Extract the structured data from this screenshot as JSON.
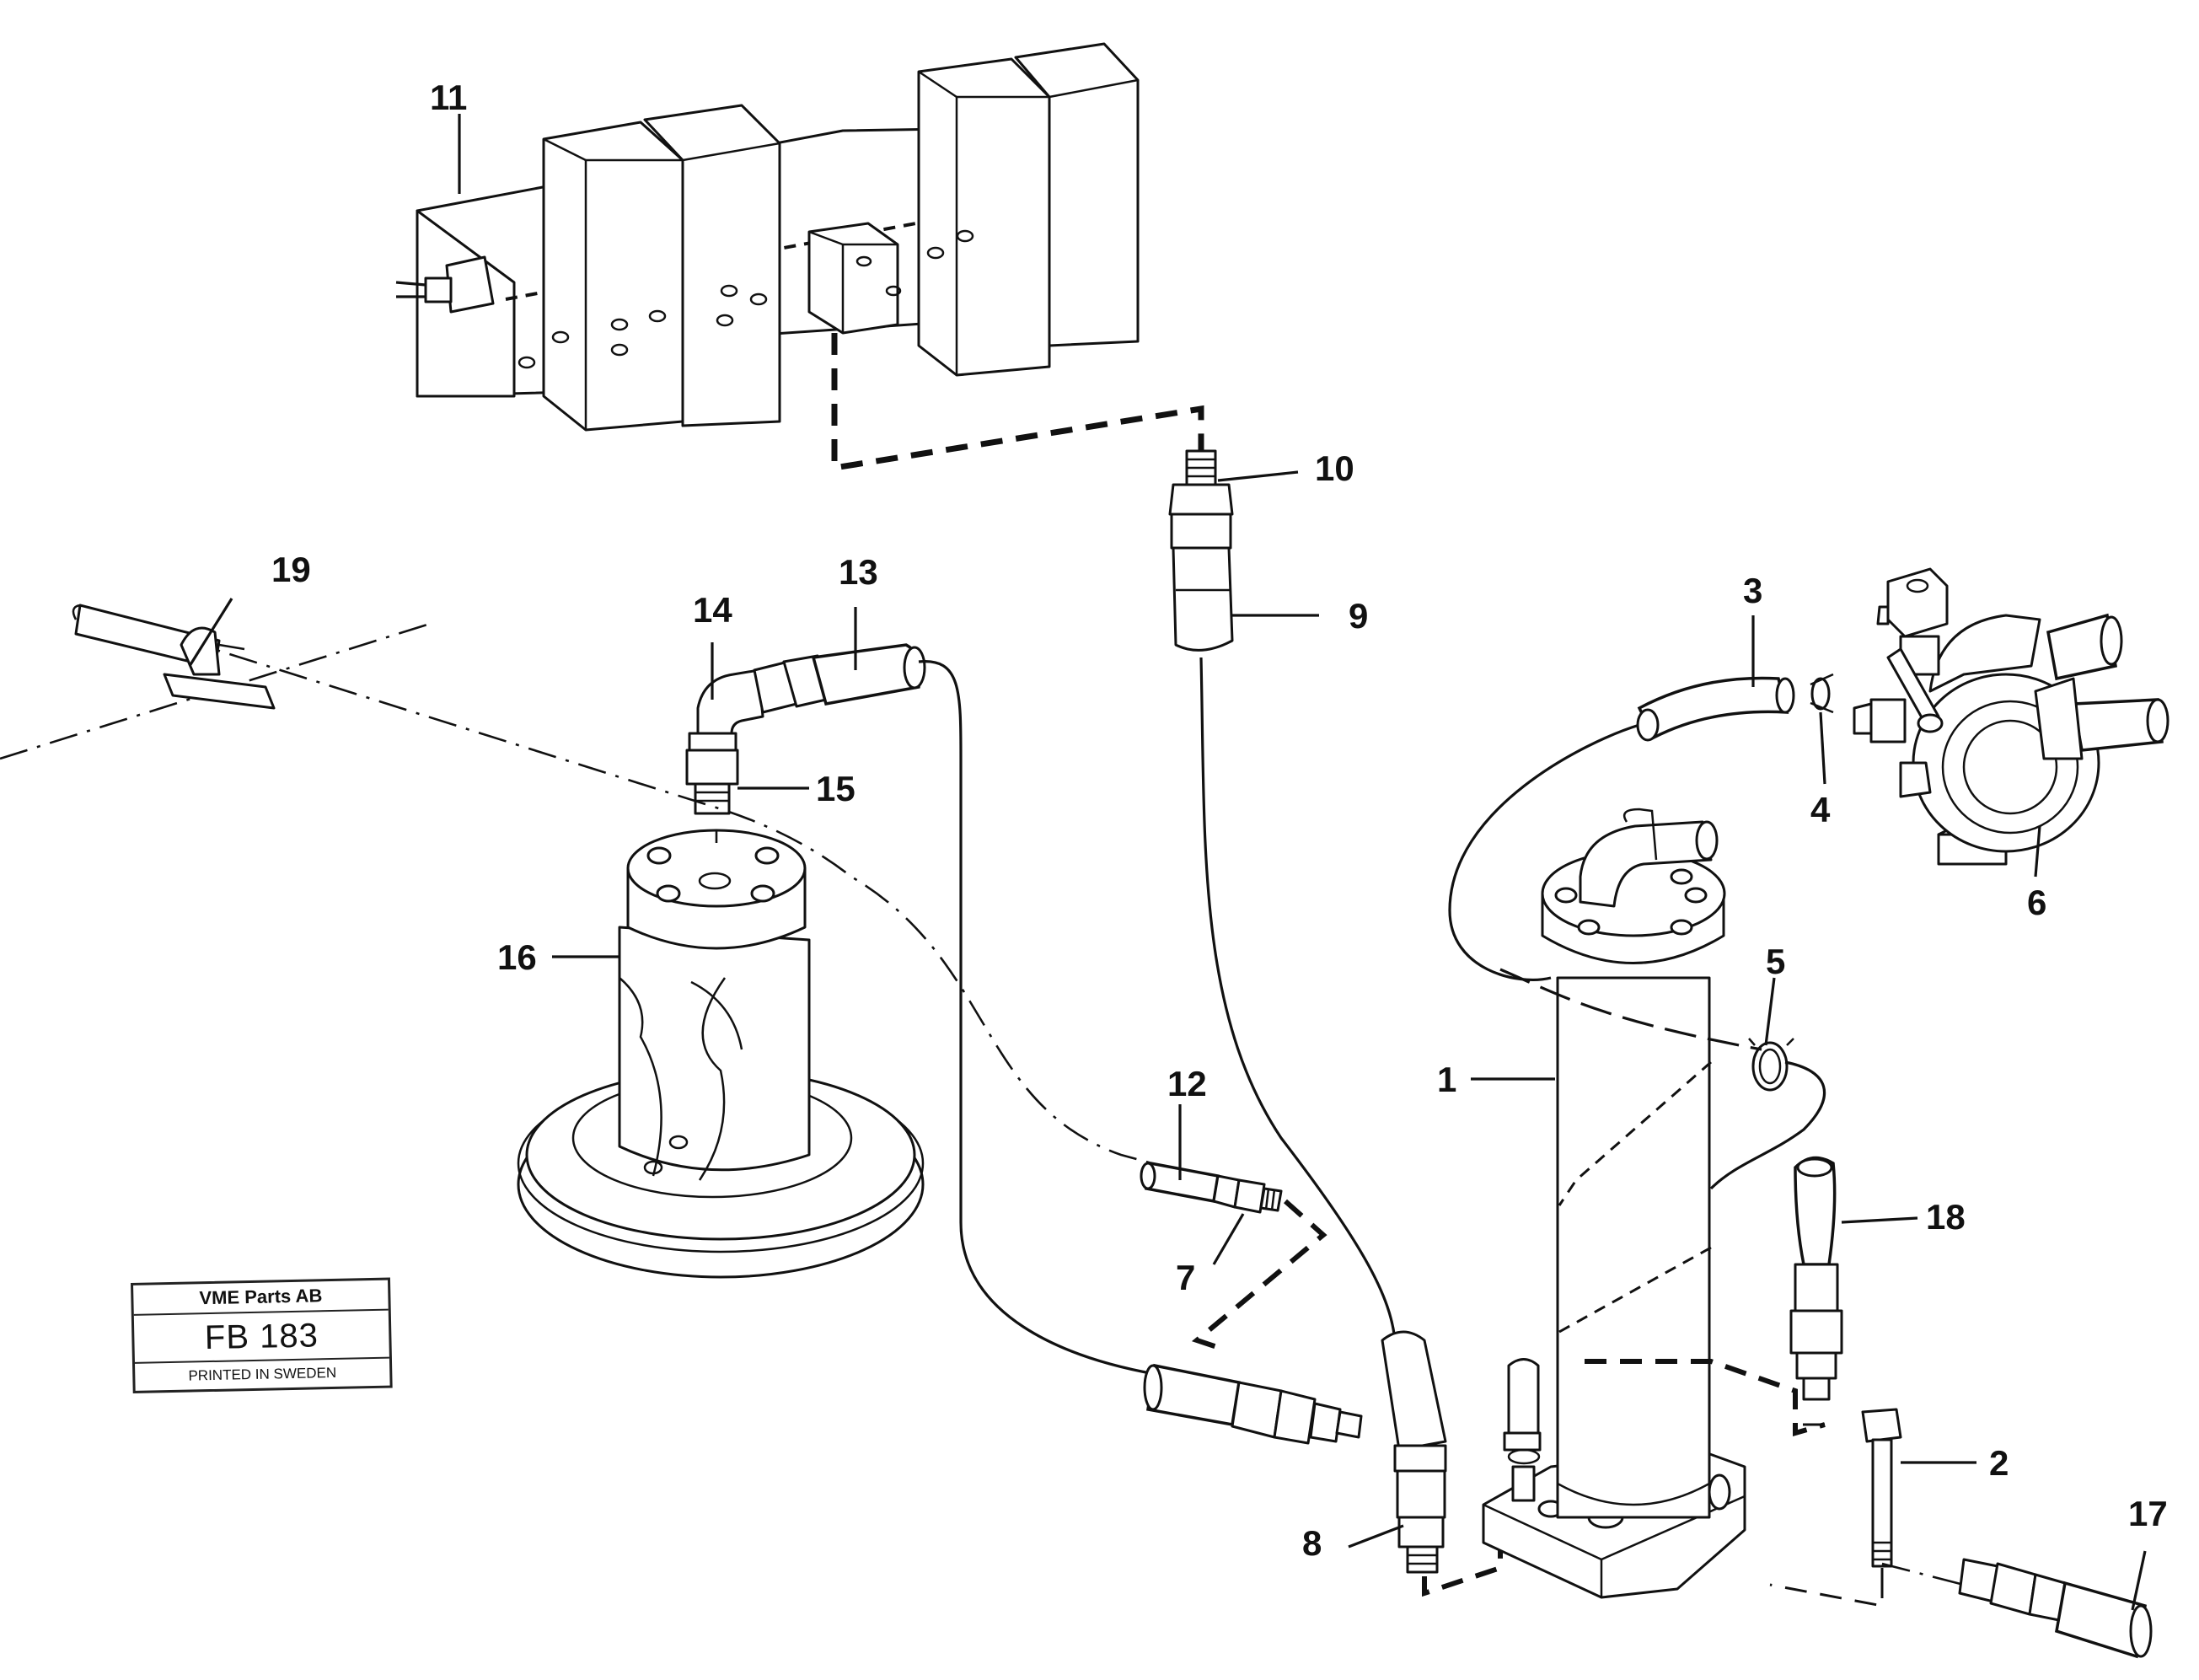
{
  "callouts": [
    {
      "num": "1",
      "part": "filter-housing"
    },
    {
      "num": "2",
      "part": "bolt"
    },
    {
      "num": "3",
      "part": "hose"
    },
    {
      "num": "4",
      "part": "hose-clamp"
    },
    {
      "num": "5",
      "part": "hose-clamp"
    },
    {
      "num": "6",
      "part": "pump"
    },
    {
      "num": "7",
      "part": "nipple"
    },
    {
      "num": "8",
      "part": "hose-fitting"
    },
    {
      "num": "9",
      "part": "hose"
    },
    {
      "num": "10",
      "part": "nipple"
    },
    {
      "num": "11",
      "part": "valve-block"
    },
    {
      "num": "12",
      "part": "hose"
    },
    {
      "num": "13",
      "part": "hose"
    },
    {
      "num": "14",
      "part": "elbow-fitting"
    },
    {
      "num": "15",
      "part": "nipple"
    },
    {
      "num": "16",
      "part": "swivel"
    },
    {
      "num": "17",
      "part": "hose"
    },
    {
      "num": "18",
      "part": "hose"
    },
    {
      "num": "19",
      "part": "clamp"
    }
  ],
  "stamp": {
    "company": "VME Parts AB",
    "code": "FB 183",
    "printed": "PRINTED IN SWEDEN"
  }
}
